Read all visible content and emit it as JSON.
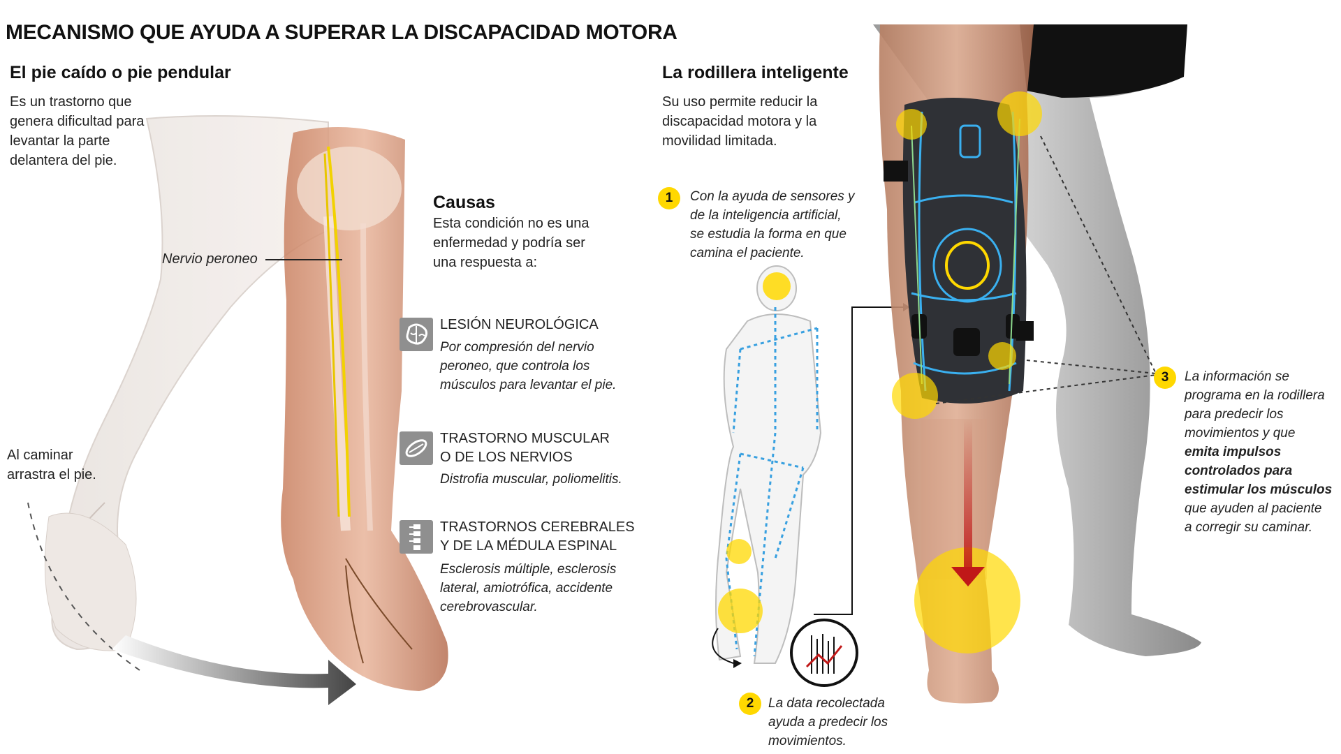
{
  "title": "MECANISMO QUE AYUDA A SUPERAR LA DISCAPACIDAD MOTORA",
  "left": {
    "heading": "El pie caído o pie pendular",
    "intro": [
      "Es un trastorno que",
      "genera dificultad para",
      "levantar la parte",
      "delantera del pie."
    ],
    "nerve_label": "Nervio peroneo",
    "walking": [
      "Al caminar",
      "arrastra el pie."
    ],
    "causes": {
      "heading": "Causas",
      "intro": [
        "Esta condición no es una",
        "enfermedad y podría ser",
        "una respuesta a:"
      ],
      "items": [
        {
          "title": [
            "LESIÓN NEUROLÓGICA"
          ],
          "desc": [
            "Por compresión del nervio",
            "peroneo, que controla los",
            "músculos para levantar el pie."
          ],
          "icon": "brain-icon"
        },
        {
          "title": [
            "TRASTORNO MUSCULAR",
            "O DE LOS NERVIOS"
          ],
          "desc": [
            "Distrofia muscular, poliomelitis."
          ],
          "icon": "muscle-icon"
        },
        {
          "title": [
            "TRASTORNOS CEREBRALES",
            "Y DE LA MÉDULA ESPINAL"
          ],
          "desc": [
            "Esclerosis múltiple, esclerosis",
            "lateral, amiotrófica, accidente",
            "cerebrovascular."
          ],
          "icon": "spine-icon"
        }
      ]
    }
  },
  "right": {
    "heading": "La rodillera inteligente",
    "intro": [
      "Su uso permite reducir la",
      "discapacidad motora y la",
      "movilidad limitada."
    ],
    "steps": [
      {
        "num": "1",
        "text": [
          "Con la ayuda de sensores y",
          "de la inteligencia artificial,",
          "se estudia la forma en que",
          "camina el paciente."
        ]
      },
      {
        "num": "2",
        "text": [
          "La data recolectada",
          "ayuda a predecir los",
          "movimientos."
        ]
      },
      {
        "num": "3",
        "text_plain_before": [
          "La información se",
          "programa en la rodillera",
          "para predecir los",
          "movimientos y que"
        ],
        "text_bold": [
          "emita impulsos",
          "controlados para",
          "estimular los músculos"
        ],
        "text_plain_after": [
          "que ayuden al paciente",
          "a corregir su caminar."
        ]
      }
    ]
  },
  "colors": {
    "accent": "#ffd800",
    "brace_lines": "#3ab0f0",
    "arrow_red": "#c01818",
    "icon_gray": "#8f8f8f"
  }
}
